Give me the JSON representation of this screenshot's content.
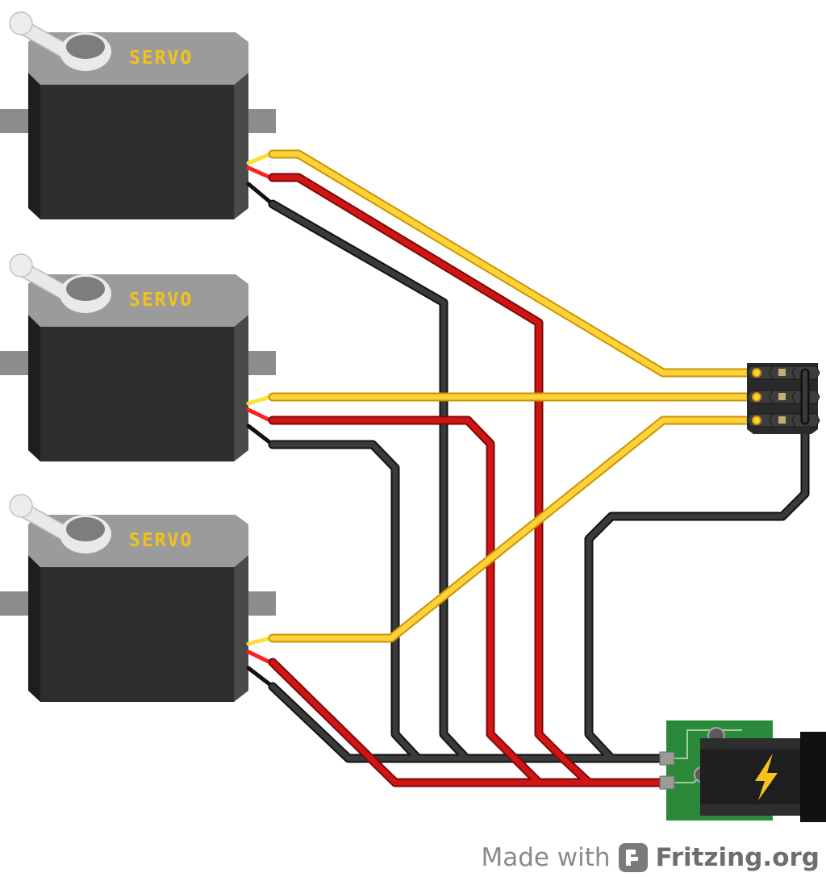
{
  "diagram": {
    "servos": [
      {
        "label": "SERVO"
      },
      {
        "label": "SERVO"
      },
      {
        "label": "SERVO"
      }
    ],
    "components": {
      "header": "3x3 pin header",
      "power_jack": "DC barrel jack"
    },
    "colors": {
      "signal_wire": "#f2c21b",
      "power_wire": "#c21010",
      "ground_wire": "#333333",
      "servo_body": "#2e2e2e",
      "servo_top": "#9b9b9b",
      "servo_label": "#f2c21b",
      "pcb": "#2a8a3a"
    }
  },
  "footer": {
    "made_with": "Made with",
    "brand": "Fritzing.org"
  }
}
